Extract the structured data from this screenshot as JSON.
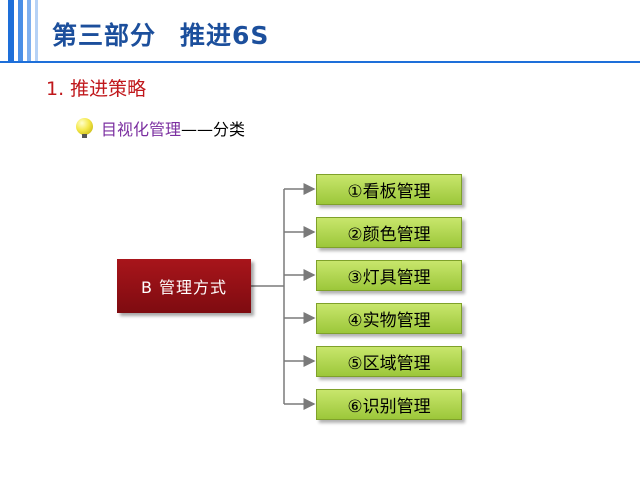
{
  "header": {
    "part": "第三部分",
    "title": "推进6S",
    "stripe_colors": [
      "#1e6fd9",
      "#4a8fe6",
      "#7fb0ef",
      "#b6d2f6"
    ]
  },
  "subheading": "1. 推进策略",
  "bullet": {
    "main": "目视化管理",
    "dash": "——",
    "sub": "分类",
    "icon": "lightbulb-icon"
  },
  "diagram": {
    "root_label": "B  管理方式",
    "root_color": "#961017",
    "leaf_color": "#b5d958",
    "leaves": [
      "①看板管理",
      "②颜色管理",
      "③灯具管理",
      "④实物管理",
      "⑤区域管理",
      "⑥识别管理"
    ]
  }
}
